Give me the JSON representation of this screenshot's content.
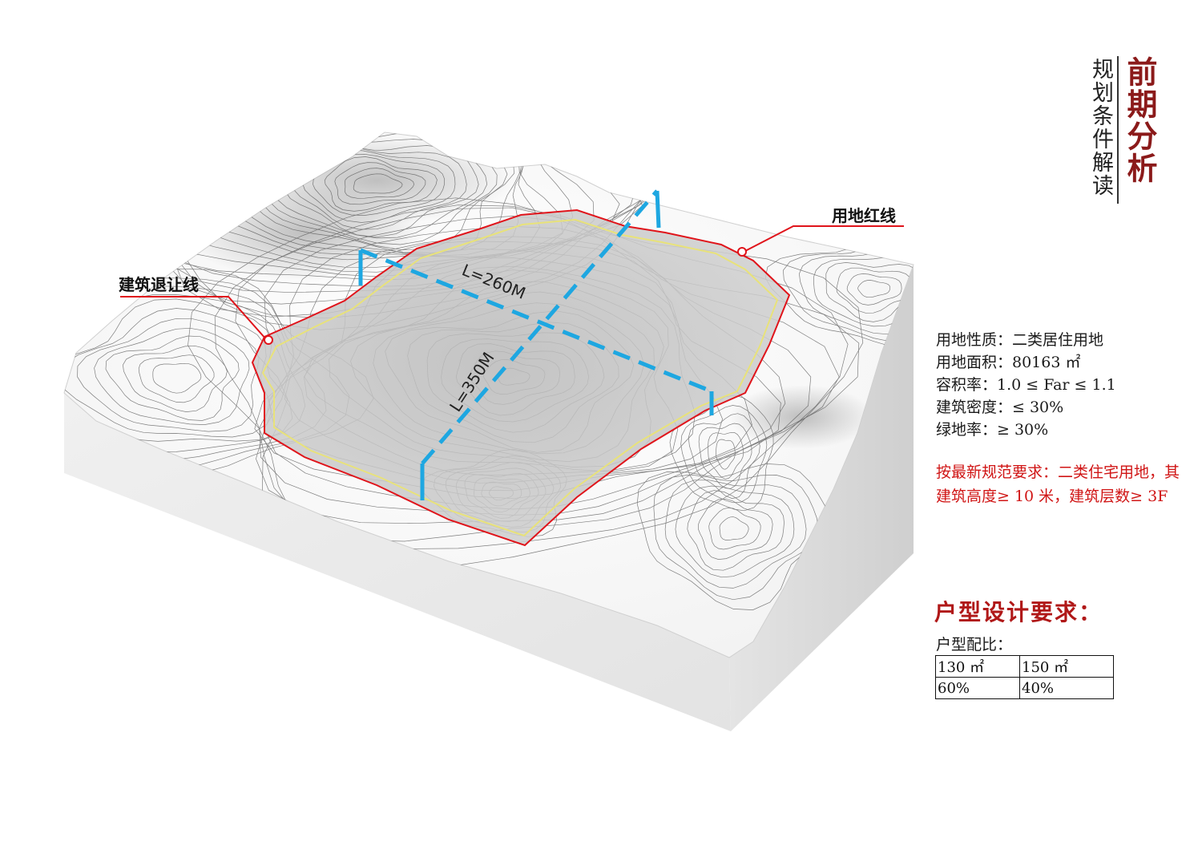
{
  "title": {
    "main": "前期分析",
    "sub": "规划条件解读"
  },
  "callouts": {
    "setback_line": "建筑退让线",
    "red_line": "用地红线"
  },
  "dimensions": {
    "length_a": "L=260M",
    "length_b": "L=350M"
  },
  "conditions": [
    "用地性质：二类居住用地",
    "用地面积：80163 ㎡",
    "容积率：1.0 ≤ Far ≤ 1.1",
    "建筑密度：≤ 30%",
    "绿地率：≥ 30%"
  ],
  "requirement": "按最新规范要求：二类住宅用地，其建筑高度≥ 10 米，建筑层数≥ 3F",
  "unit_design": {
    "title": "户型设计要求：",
    "ratio_label": "户型配比：",
    "table": {
      "header": [
        "130 ㎡",
        "150 ㎡"
      ],
      "row": [
        "60%",
        "40%"
      ]
    }
  },
  "colors": {
    "red_line": "#e0141b",
    "setback_line": "#e8e27a",
    "dimension_line": "#1ea7e1",
    "title": "#8b1a1a",
    "requirement_text": "#d01515"
  }
}
